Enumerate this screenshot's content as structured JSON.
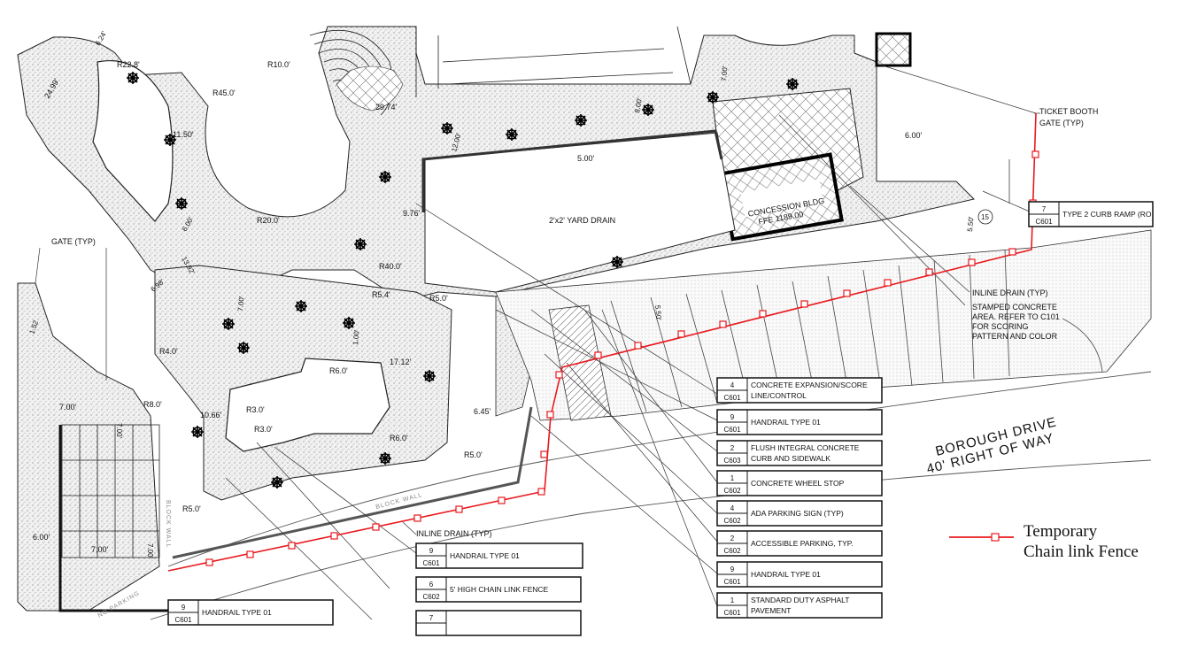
{
  "dimensions": {
    "d1": "6.24'",
    "d2": "R22.8'",
    "d3": "R10.0'",
    "d4": "R45.0'",
    "d5": "24.99'",
    "d6": "11.50'",
    "d7": "29.74'",
    "d8": "12.00'",
    "d9": "8.00'",
    "d10": "7.00'",
    "d11": "6.00'",
    "d12": "5.00'",
    "d13": "9.76'",
    "d14": "R20.0'",
    "d15": "6.00'",
    "d16": "13.92'",
    "d17": "6.98'",
    "d18": "R40.0'",
    "d19": "R5.4'",
    "d20": "R5.0'",
    "d21": "7.00'",
    "d22": "5.50'",
    "d23": "5.50'",
    "d24": "R4.0'",
    "d25": "1.00'",
    "d26": "R6.0'",
    "d27": "17.12'",
    "d28": "R8.0'",
    "d29": "R3.0'",
    "d30": "10.66'",
    "d31": "R3.0'",
    "d32": "R6.0'",
    "d33": "6.45'",
    "d34": "R5.0'",
    "d35": "R5.0'",
    "d36": "7.00'",
    "d37": "7.00'",
    "d38": "6.00'",
    "d39": "7.00'",
    "d40": "7.00'",
    "d41": "1.52",
    "d42": "15"
  },
  "labels": {
    "gate_typ": "GATE (TYP)",
    "ticket_booth_1": "TICKET BOOTH",
    "ticket_booth_2": "GATE (TYP)",
    "concession_1": "CONCESSION BLDG",
    "concession_2": "FFE 1189.00",
    "yard_drain": "2'x2' YARD DRAIN",
    "inline_drain_right": "INLINE DRAIN (TYP)",
    "stamped_1": "STAMPED CONCRETE",
    "stamped_2": "AREA.  REFER TO C101",
    "stamped_3": "FOR SCORING",
    "stamped_4": "PATTERN AND COLOR",
    "inline_drain_bottom": "INLINE DRAIN (TYP)",
    "block_wall_1": "BLOCK WALL",
    "block_wall_2": "BLOCK WALL",
    "no_parking": "NO PARKING"
  },
  "road": {
    "line1": "BOROUGH DRIVE",
    "line2": "40' RIGHT OF WAY"
  },
  "keynotes": [
    {
      "num": "7",
      "sheet": "C601",
      "text1": "TYPE 2 CURB RAMP (RO",
      "text2": ""
    },
    {
      "num": "4",
      "sheet": "C601",
      "text1": "CONCRETE EXPANSION/SCORE",
      "text2": "LINE/CONTROL"
    },
    {
      "num": "9",
      "sheet": "C601",
      "text1": "HANDRAIL TYPE 01",
      "text2": ""
    },
    {
      "num": "2",
      "sheet": "C603",
      "text1": "FLUSH INTEGRAL CONCRETE",
      "text2": "CURB AND SIDEWALK"
    },
    {
      "num": "1",
      "sheet": "C602",
      "text1": "CONCRETE WHEEL STOP",
      "text2": ""
    },
    {
      "num": "4",
      "sheet": "C602",
      "text1": "ADA PARKING SIGN (TYP)",
      "text2": ""
    },
    {
      "num": "2",
      "sheet": "C602",
      "text1": "ACCESSIBLE PARKING, TYP.",
      "text2": ""
    },
    {
      "num": "9",
      "sheet": "C601",
      "text1": "HANDRAIL TYPE 01",
      "text2": ""
    },
    {
      "num": "1",
      "sheet": "C601",
      "text1": "STANDARD DUTY ASPHALT",
      "text2": "PAVEMENT"
    },
    {
      "num": "9",
      "sheet": "C601",
      "text1": "HANDRAIL TYPE 01",
      "text2": ""
    },
    {
      "num": "6",
      "sheet": "C602",
      "text1": "5' HIGH CHAIN LINK FENCE",
      "text2": ""
    },
    {
      "num": "9",
      "sheet": "C601",
      "text1": "HANDRAIL TYPE 01",
      "text2": ""
    },
    {
      "num": "7",
      "sheet": "",
      "text1": "",
      "text2": ""
    }
  ],
  "legend": {
    "line1": "Temporary",
    "line2": "Chain link Fence"
  },
  "colors": {
    "fence": "#e8191e",
    "ink": "#111111",
    "stipple": "#d9d9d9"
  }
}
